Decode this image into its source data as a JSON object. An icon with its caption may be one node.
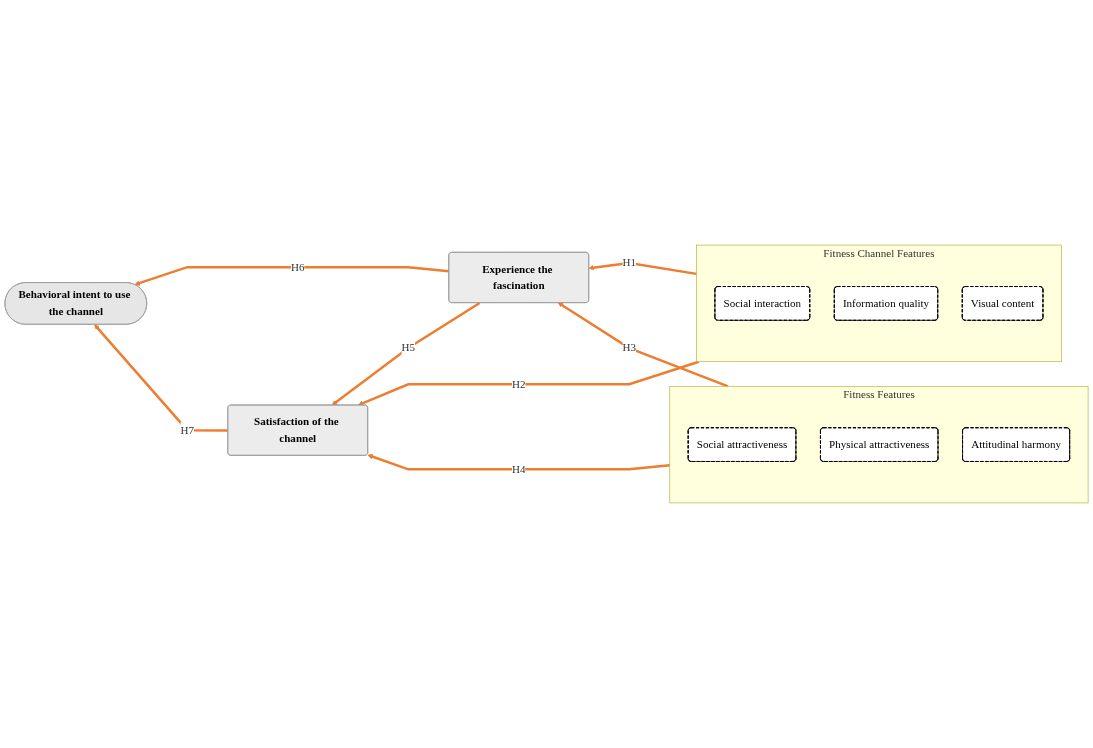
{
  "diagram": {
    "nodes": [
      {
        "text": [
          "Fitness Channel Features"
        ]
      },
      {
        "text": [
          "Social interaction"
        ],
        "in": 0
      },
      {
        "text": [
          "Information quality"
        ],
        "in": 0
      },
      {
        "text": [
          "Visual content"
        ],
        "in": 0
      },
      {
        "text": [
          "Fitness Features"
        ]
      },
      {
        "text": [
          "Social attractiveness"
        ],
        "in": 4
      },
      {
        "text": [
          "Physical attractiveness"
        ],
        "in": 4
      },
      {
        "text": [
          "Attitudinal harmony"
        ],
        "in": 4
      },
      {
        "text": [
          "Experience the fascination"
        ]
      },
      {
        "text": [
          "Satisfaction of the channel"
        ]
      },
      {
        "text": [
          "Behavioral intent to use the channel"
        ]
      }
    ],
    "edges": [
      {
        "from": 0,
        "to": 8,
        "arrow": "to",
        "label": "H1"
      },
      {
        "from": 0,
        "to": 9,
        "arrow": "to",
        "label": "H2"
      },
      {
        "from": 4,
        "to": 8,
        "arrow": "to",
        "label": "H3"
      },
      {
        "from": 4,
        "to": 9,
        "arrow": "to",
        "label": "H4"
      },
      {
        "from": 8,
        "to": 9,
        "arrow": "to",
        "label": "H5"
      },
      {
        "from": 8,
        "to": 10,
        "arrow": "to",
        "label": "H6"
      },
      {
        "from": 9,
        "to": 10,
        "arrow": "to",
        "label": "H7"
      }
    ]
  }
}
